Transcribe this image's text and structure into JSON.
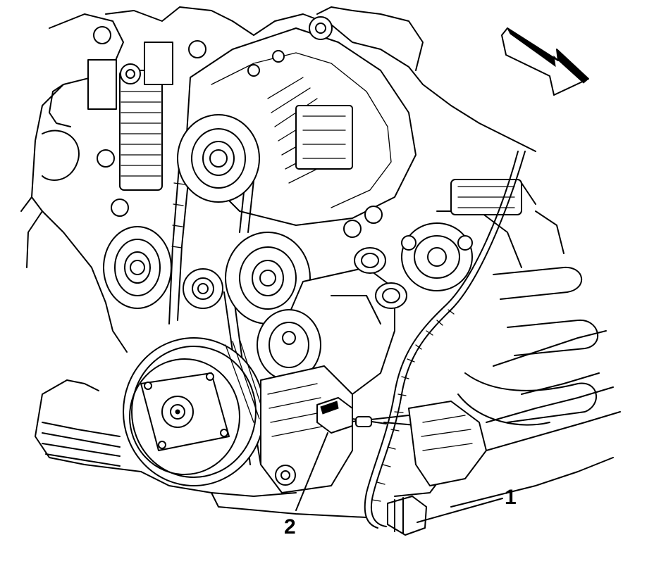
{
  "callouts": [
    {
      "id": "1",
      "label": "1"
    },
    {
      "id": "2",
      "label": "2"
    }
  ],
  "icons": {
    "direction_arrow": "arrow-forward-icon"
  },
  "colors": {
    "line": "#000000",
    "background": "#ffffff"
  }
}
